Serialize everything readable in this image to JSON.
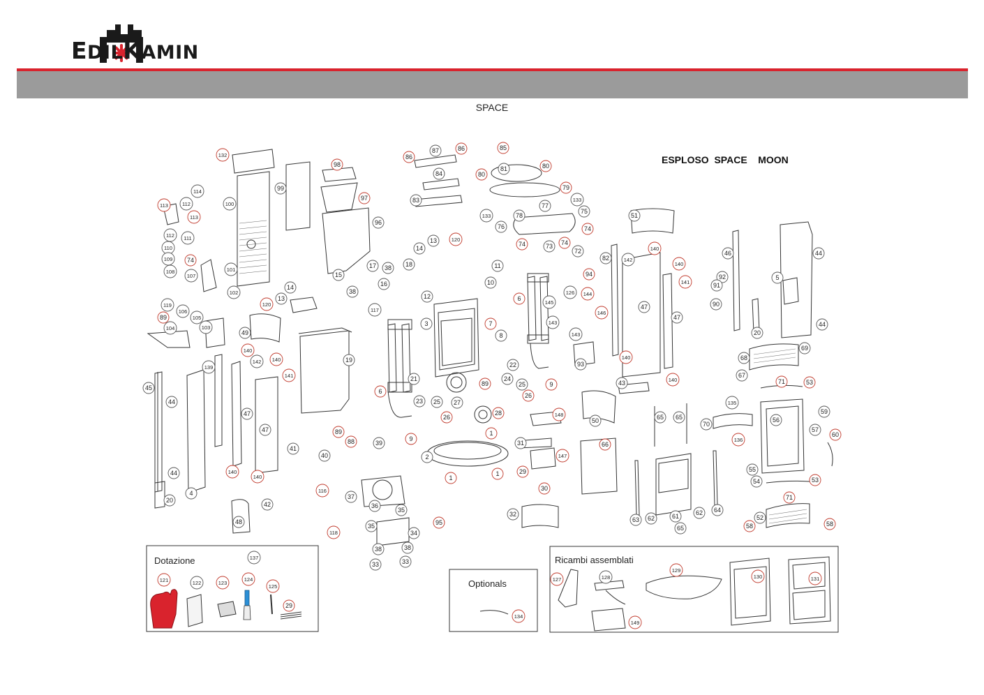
{
  "brand": {
    "name": "EDILKAMIN",
    "logo_icon": "edilkamin-house-asterisk-logo",
    "colors": {
      "red": "#d9232d",
      "gray_bar": "#9b9b9b",
      "dark": "#1a1a1a"
    }
  },
  "header": {
    "title": "SPACE"
  },
  "diagram": {
    "heading": "ESPLOSO  SPACE    MOON",
    "boxes": {
      "dotazione": "Dotazione",
      "optionals": "Optionals",
      "ricambi": "Ricambi  assemblati"
    }
  }
}
